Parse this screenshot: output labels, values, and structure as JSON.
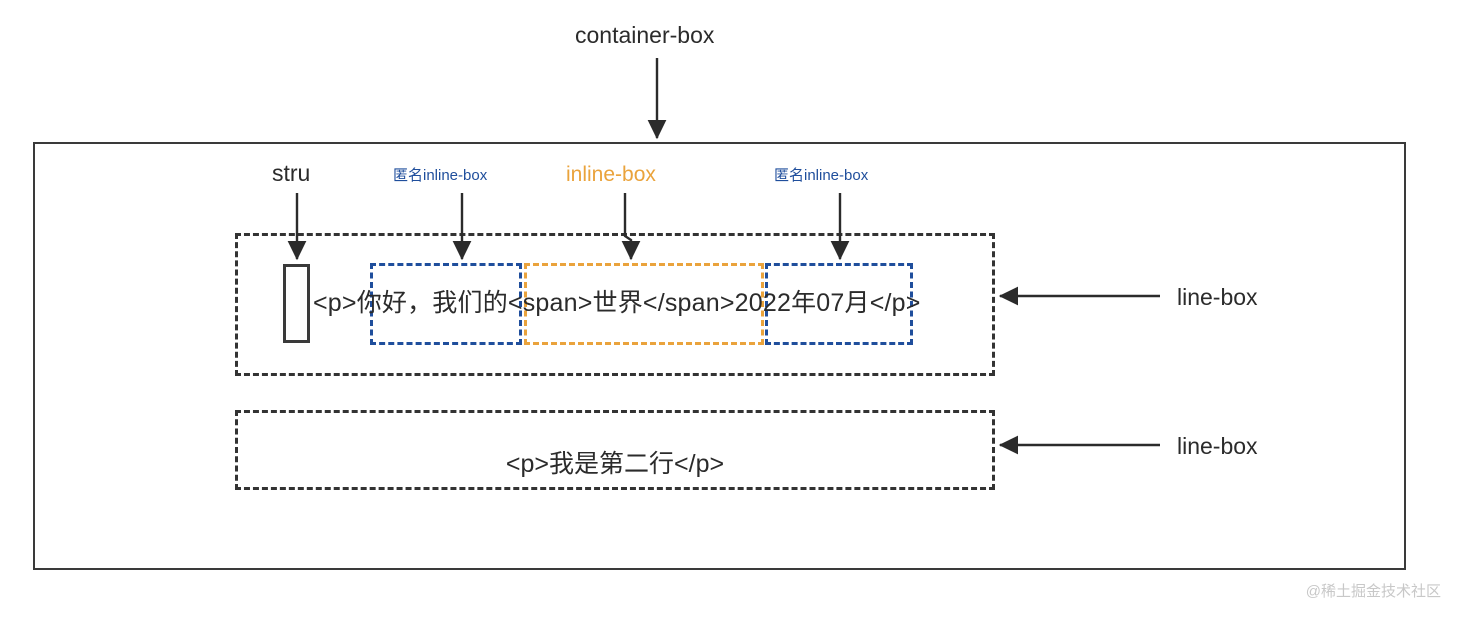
{
  "diagram": {
    "title_label": "container-box",
    "watermark": "@稀土掘金技术社区",
    "colors": {
      "blue": "#1f4e9c",
      "orange": "#eaa33c",
      "dark": "#2b2b2b",
      "box_border": "#3a3a3a",
      "watermark": "#c8c8c8"
    },
    "labels": {
      "container_box": "container-box",
      "strut": "stru",
      "anonymous_inline_box_left": "匿名inline-box",
      "inline_box": "inline-box",
      "anonymous_inline_box_right": "匿名inline-box",
      "line_box_first": "line-box",
      "line_box_second": "line-box"
    },
    "code": {
      "line1_part1": "<p>你好，我们的",
      "line1_part2": "<span>世界</span>",
      "line1_part3": "2022年07月",
      "line1_part4": "</p>",
      "line1_full": "<p>你好，我们的<span>世界</span>2022年07月</p>",
      "line2_full": "<p>我是第二行</p>"
    }
  }
}
